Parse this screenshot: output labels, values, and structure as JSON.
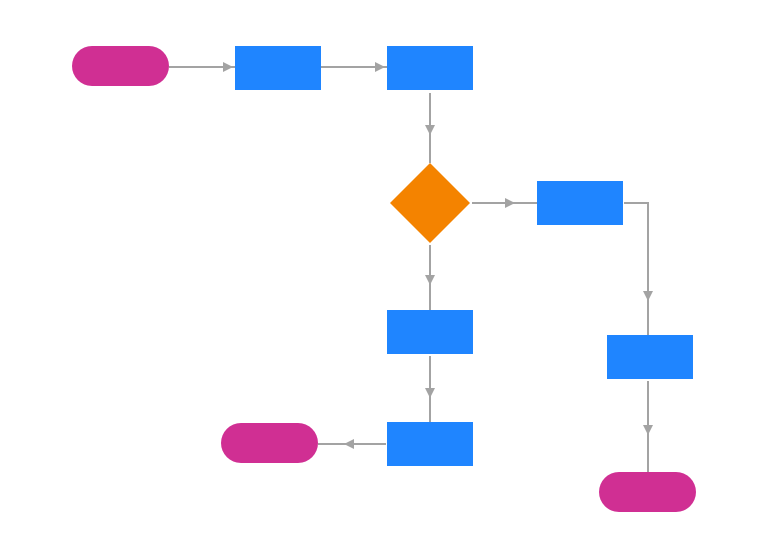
{
  "diagram": {
    "type": "flowchart",
    "colors": {
      "terminal": "#d02f93",
      "process": "#1f85ff",
      "decision": "#f48300",
      "connector": "#a3a3a3",
      "background": "#ffffff"
    },
    "nodes": [
      {
        "id": "start",
        "shape": "terminal",
        "label": ""
      },
      {
        "id": "process-1",
        "shape": "process",
        "label": ""
      },
      {
        "id": "process-2",
        "shape": "process",
        "label": ""
      },
      {
        "id": "decision",
        "shape": "decision",
        "label": ""
      },
      {
        "id": "process-right-1",
        "shape": "process",
        "label": ""
      },
      {
        "id": "process-right-2",
        "shape": "process",
        "label": ""
      },
      {
        "id": "end-right",
        "shape": "terminal",
        "label": ""
      },
      {
        "id": "process-down-1",
        "shape": "process",
        "label": ""
      },
      {
        "id": "process-down-2",
        "shape": "process",
        "label": ""
      },
      {
        "id": "end-left",
        "shape": "terminal",
        "label": ""
      }
    ],
    "edges": [
      {
        "from": "start",
        "to": "process-1"
      },
      {
        "from": "process-1",
        "to": "process-2"
      },
      {
        "from": "process-2",
        "to": "decision"
      },
      {
        "from": "decision",
        "to": "process-right-1"
      },
      {
        "from": "process-right-1",
        "to": "process-right-2"
      },
      {
        "from": "process-right-2",
        "to": "end-right"
      },
      {
        "from": "decision",
        "to": "process-down-1"
      },
      {
        "from": "process-down-1",
        "to": "process-down-2"
      },
      {
        "from": "process-down-2",
        "to": "end-left"
      }
    ]
  }
}
